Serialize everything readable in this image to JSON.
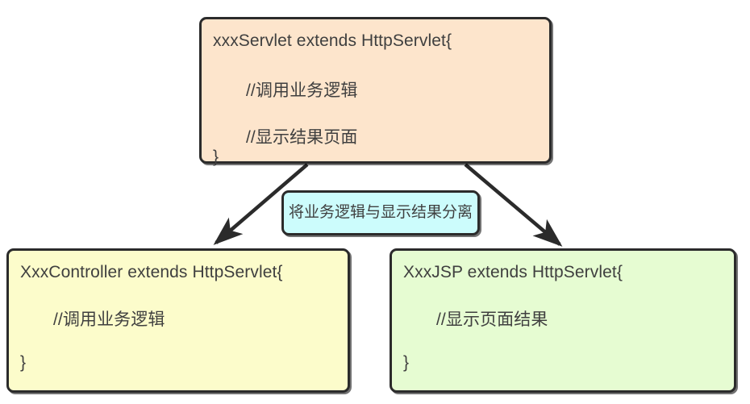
{
  "diagram": {
    "title": "Servlet responsibility separation diagram",
    "background_color": "#ffffff",
    "nodes": [
      {
        "id": "servlet",
        "name": "xxx-servlet-node",
        "fill_color": "#fde5cc",
        "border_color": "#2b2b2b",
        "lines": [
          "xxxServlet extends HttpServlet{",
          "//调用业务逻辑",
          "//显示结果页面",
          "}"
        ]
      },
      {
        "id": "controller",
        "name": "xxx-controller-node",
        "fill_color": "#fcfccb",
        "border_color": "#2b2b2b",
        "lines": [
          "XxxController extends HttpServlet{",
          "//调用业务逻辑",
          "}"
        ]
      },
      {
        "id": "jsp",
        "name": "xxx-jsp-node",
        "fill_color": "#e6fcd2",
        "border_color": "#2b2b2b",
        "lines": [
          "XxxJSP extends HttpServlet{",
          "//显示页面结果",
          "}"
        ]
      }
    ],
    "edge_label": {
      "name": "separation-label",
      "text": "将业务逻辑与显示结果分离",
      "fill_color": "#ccfcfc",
      "border_color": "#2b2b2b"
    },
    "arrows": [
      {
        "id": "arrow-left",
        "name": "arrow-servlet-to-controller",
        "from": "servlet",
        "to": "controller",
        "color": "#2b2b2b"
      },
      {
        "id": "arrow-right",
        "name": "arrow-servlet-to-jsp",
        "from": "servlet",
        "to": "jsp",
        "color": "#2b2b2b"
      }
    ]
  }
}
